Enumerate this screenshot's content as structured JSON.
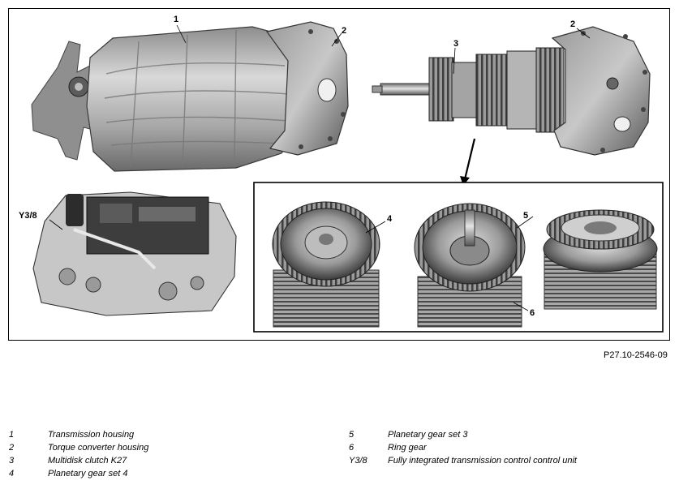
{
  "figure_ref": "P27.10-2546-09",
  "callouts": {
    "c1": "1",
    "c2a": "2",
    "c2b": "2",
    "c3": "3",
    "c4": "4",
    "c5": "5",
    "c6": "6",
    "cy38": "Y3/8"
  },
  "legend": {
    "left": [
      {
        "key": "1",
        "text": "Transmission housing"
      },
      {
        "key": "2",
        "text": "Torque converter housing"
      },
      {
        "key": "3",
        "text": "Multidisk clutch K27"
      },
      {
        "key": "4",
        "text": "Planetary gear set 4"
      }
    ],
    "right": [
      {
        "key": "5",
        "text": "Planetary gear set 3"
      },
      {
        "key": "6",
        "text": "Ring gear"
      },
      {
        "key": "Y3/8",
        "text": "Fully integrated transmission control control unit"
      }
    ]
  }
}
